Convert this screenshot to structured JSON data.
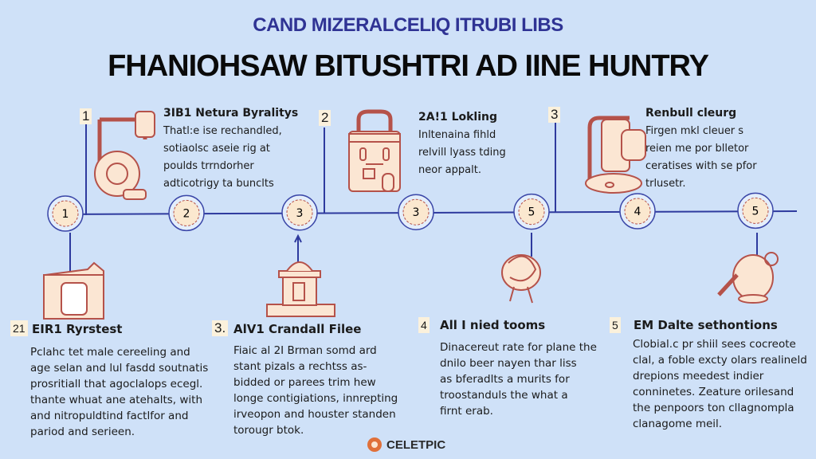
{
  "header": {
    "subtitle": "CAND MIZERALCELIQ ITRUBI LIBS",
    "title": "FHANIOHSAW BITUSHTRI AD IINE HUNTRY"
  },
  "top_steps": [
    {
      "number": "1",
      "title": "3IB1 Netura Byralitys",
      "body": "Thatl:e ise rechandled,\nsotiaolsc aseie rig at\npoulds trrndorher\nadticotrigy ta bunclts"
    },
    {
      "number": "2",
      "title": "2A!1 Lokling",
      "body": "Inltenaina fihld\nrelvill lyass tding\nneor appalt."
    },
    {
      "number": "3",
      "title": "Renbull cleurg",
      "body": "Firgen mkl cleuer s\nreien me por blletor\nceratises with se pfor\ntrlusetr."
    }
  ],
  "timeline_nodes": [
    "1",
    "2",
    "3",
    "3",
    "5",
    "4",
    "5"
  ],
  "bottom_steps": [
    {
      "number": "21",
      "title": "EIR1 Ryrstest",
      "body": "Pclahc tet male cereeling and\nage selan and lul fasdd soutnatis\nprosritiall that agoclalops ecegl.\nthante whuat ane atehalts, with\nand nitropuldtind factlfor and\npariod and serieen."
    },
    {
      "number": "3.",
      "title": "AlV1 Crandall Filee",
      "body": "Fiaic al 2I Brman somd ard\nstant pizals a rechtss as-\nbidded or parees trim hew\nlonge contigiations, innrepting\nirveopon and houster standen\ntorougr btok."
    },
    {
      "number": "4",
      "title": "All I nied tooms",
      "body": "Dinacereut rate for plane the\ndnilo beer nayen thar liss\nas bferadlts a murits for\ntroostanduls the what a\nfirnt erab."
    },
    {
      "number": "5",
      "title": "EM Dalte sethontions",
      "body": "Clobial.c pr shiil sees cocreote\nclal, a foble excty olars realineld\ndrepions meedest indier\nconninetes. Zeature orilesand\nthe penpoors ton cllagnompla\nclanagome meil."
    }
  ],
  "footer": {
    "brand": "CELETPIC"
  },
  "colors": {
    "line": "#2e3a9e",
    "icon_stroke": "#b5524a",
    "icon_fill": "#fbe6d3",
    "bg": "#cfe1f8"
  }
}
